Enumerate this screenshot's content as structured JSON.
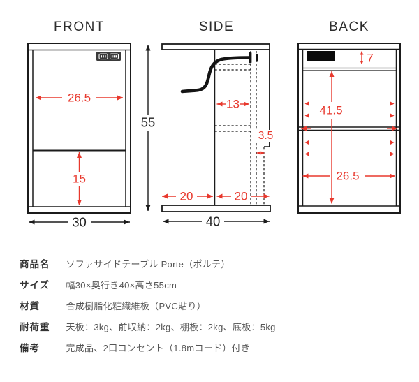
{
  "diagram": {
    "front": {
      "title": "FRONT",
      "inner_width": "26.5",
      "lower_section_height": "15",
      "total_width": "30",
      "total_height": "55"
    },
    "side": {
      "title": "SIDE",
      "upper_shelf_depth": "13",
      "base_inset": "3.5",
      "front_depth": "20",
      "rear_depth": "20",
      "total_depth": "40"
    },
    "back": {
      "title": "BACK",
      "outlet_band_height": "7",
      "open_back_height": "41.5",
      "inner_width": "26.5"
    },
    "colors": {
      "dimension_red": "#e8382d",
      "line_black": "#1b1b1b",
      "outlet_badge_bg": "#3a3a3a"
    }
  },
  "specs": {
    "rows": [
      {
        "label": "商品名",
        "value": "ソファサイドテーブル Porte（ポルテ）"
      },
      {
        "label": "サイズ",
        "value": "幅30×奥行き40×高さ55cm"
      },
      {
        "label": "材質",
        "value": "合成樹脂化粧繊維板（PVC貼り）"
      },
      {
        "label": "耐荷重",
        "value": "天板：3kg、前収納：2kg、棚板：2kg、底板：5kg"
      },
      {
        "label": "備考",
        "value": "完成品、2口コンセント（1.8mコード）付き"
      }
    ]
  }
}
